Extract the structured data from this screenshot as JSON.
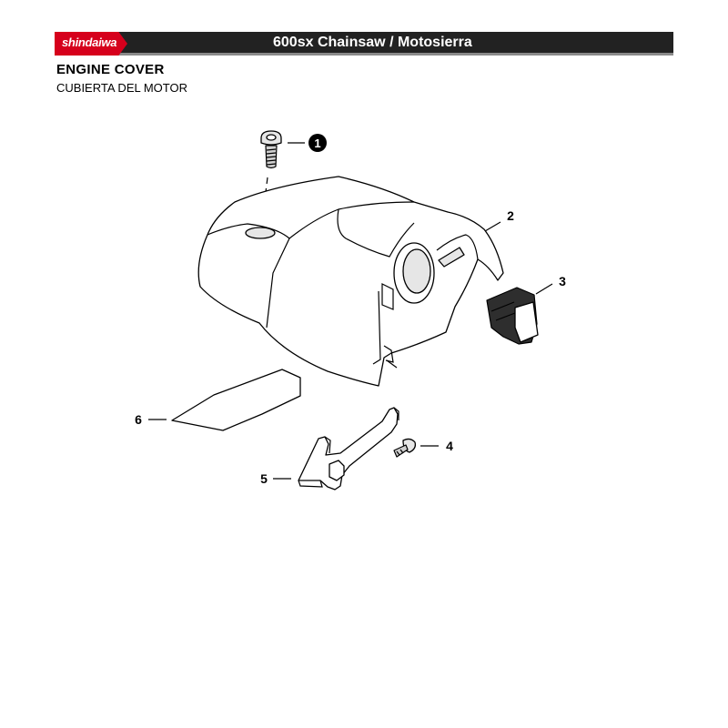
{
  "header": {
    "brand": "shindaiwa",
    "title": "600sx Chainsaw / Motosierra"
  },
  "section": {
    "title": "ENGINE COVER",
    "subtitle": "CUBIERTA DEL MOTOR"
  },
  "callouts": [
    {
      "id": "1",
      "label": "1",
      "highlighted": true
    },
    {
      "id": "2",
      "label": "2",
      "highlighted": false
    },
    {
      "id": "3",
      "label": "3",
      "highlighted": false
    },
    {
      "id": "4",
      "label": "4",
      "highlighted": false
    },
    {
      "id": "5",
      "label": "5",
      "highlighted": false
    },
    {
      "id": "6",
      "label": "6",
      "highlighted": false
    }
  ],
  "colors": {
    "brand_red": "#d6001c",
    "header_bar": "#222222"
  }
}
